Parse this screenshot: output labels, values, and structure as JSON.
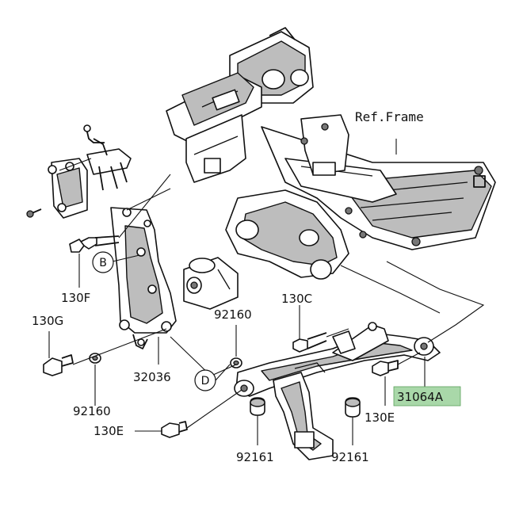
{
  "diagram": {
    "ref_label": "Ref.Frame",
    "callouts": {
      "b": "B",
      "d": "D"
    },
    "parts": {
      "p130F": "130F",
      "p130G": "130G",
      "p92160_left": "92160",
      "p32036": "32036",
      "p92160_mid": "92160",
      "p130C": "130C",
      "p31064A": "31064A",
      "p130E_right": "130E",
      "p130E_left": "130E",
      "p92161_left": "92161",
      "p92161_right": "92161"
    },
    "highlight_color": "#a9d8a9"
  }
}
